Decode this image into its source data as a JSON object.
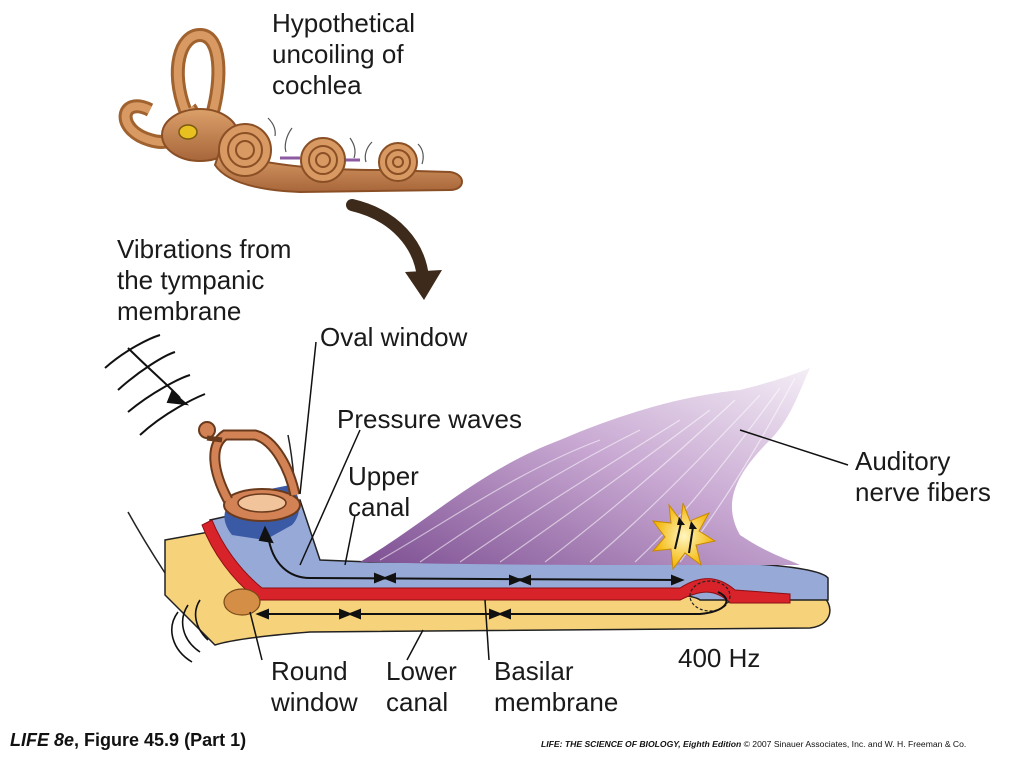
{
  "labels": {
    "uncoiling": "Hypothetical\nuncoiling of\ncochlea",
    "vibrations": "Vibrations from\nthe tympanic\nmembrane",
    "oval_window": "Oval window",
    "pressure_waves": "Pressure waves",
    "upper_canal": "Upper\ncanal",
    "auditory_nerve": "Auditory\nnerve fibers",
    "frequency": "400 Hz",
    "round_window": "Round\nwindow",
    "lower_canal": "Lower\ncanal",
    "basilar_membrane": "Basilar\nmembrane"
  },
  "caption": {
    "book": "LIFE 8e",
    "figure": ", Figure 45.9 (Part 1)",
    "source_title": "LIFE: THE SCIENCE OF BIOLOGY, Eighth Edition",
    "copyright": "  © 2007 Sinauer Associates, Inc. and W. H. Freeman & Co."
  },
  "colors": {
    "upper_canal": "#97a9d6",
    "lower_canal": "#f6d27a",
    "basilar_membrane": "#d8232a",
    "inner_ear": "#c98a4e",
    "nerve": "#b48cc0"
  }
}
